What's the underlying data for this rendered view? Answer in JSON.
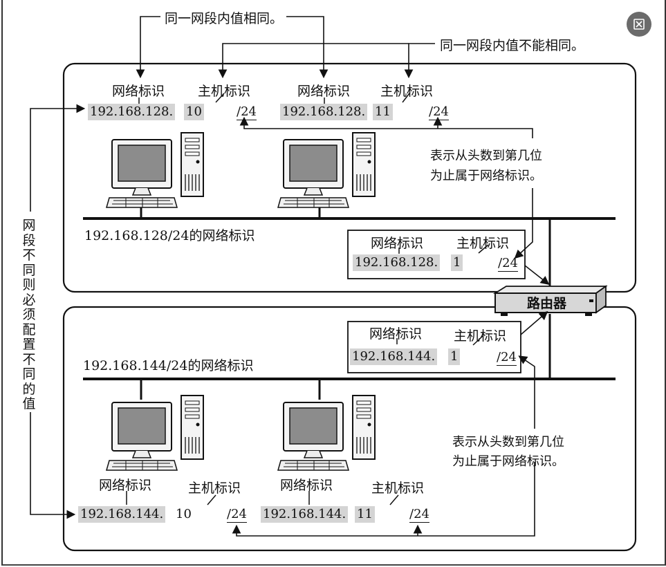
{
  "same_segment_same_note": "同一网段内值相同。",
  "same_segment_diff_note": "同一网段内值不能相同。",
  "diff_segment_note": "网段不同则必须配置不同的值",
  "prefix_note_line1": "表示从头数到第几位",
  "prefix_note_line2": "为止属于网络标识。",
  "router_label": "路由器",
  "network_label": "网络标识",
  "host_label": "主机标识",
  "top_network": {
    "caption": "192.168.128/24的网络标识",
    "hosts": [
      {
        "network": "192.168.128.",
        "host": "10",
        "prefix": "/24"
      },
      {
        "network": "192.168.128.",
        "host": "11",
        "prefix": "/24"
      }
    ],
    "router_if": {
      "network": "192.168.128.",
      "host": "1",
      "prefix": "/24"
    }
  },
  "bottom_network": {
    "caption": "192.168.144/24的网络标识",
    "hosts": [
      {
        "network": "192.168.144.",
        "host": "10",
        "prefix": "/24"
      },
      {
        "network": "192.168.144.",
        "host": "11",
        "prefix": "/24"
      }
    ],
    "router_if": {
      "network": "192.168.144.",
      "host": "1",
      "prefix": "/24"
    }
  },
  "icons": [
    "desktop-computer-icon",
    "router-icon",
    "expand-icon"
  ],
  "colors": {
    "highlight": "#d4d4d4",
    "line": "#111111",
    "button": "#6b6b6b"
  }
}
